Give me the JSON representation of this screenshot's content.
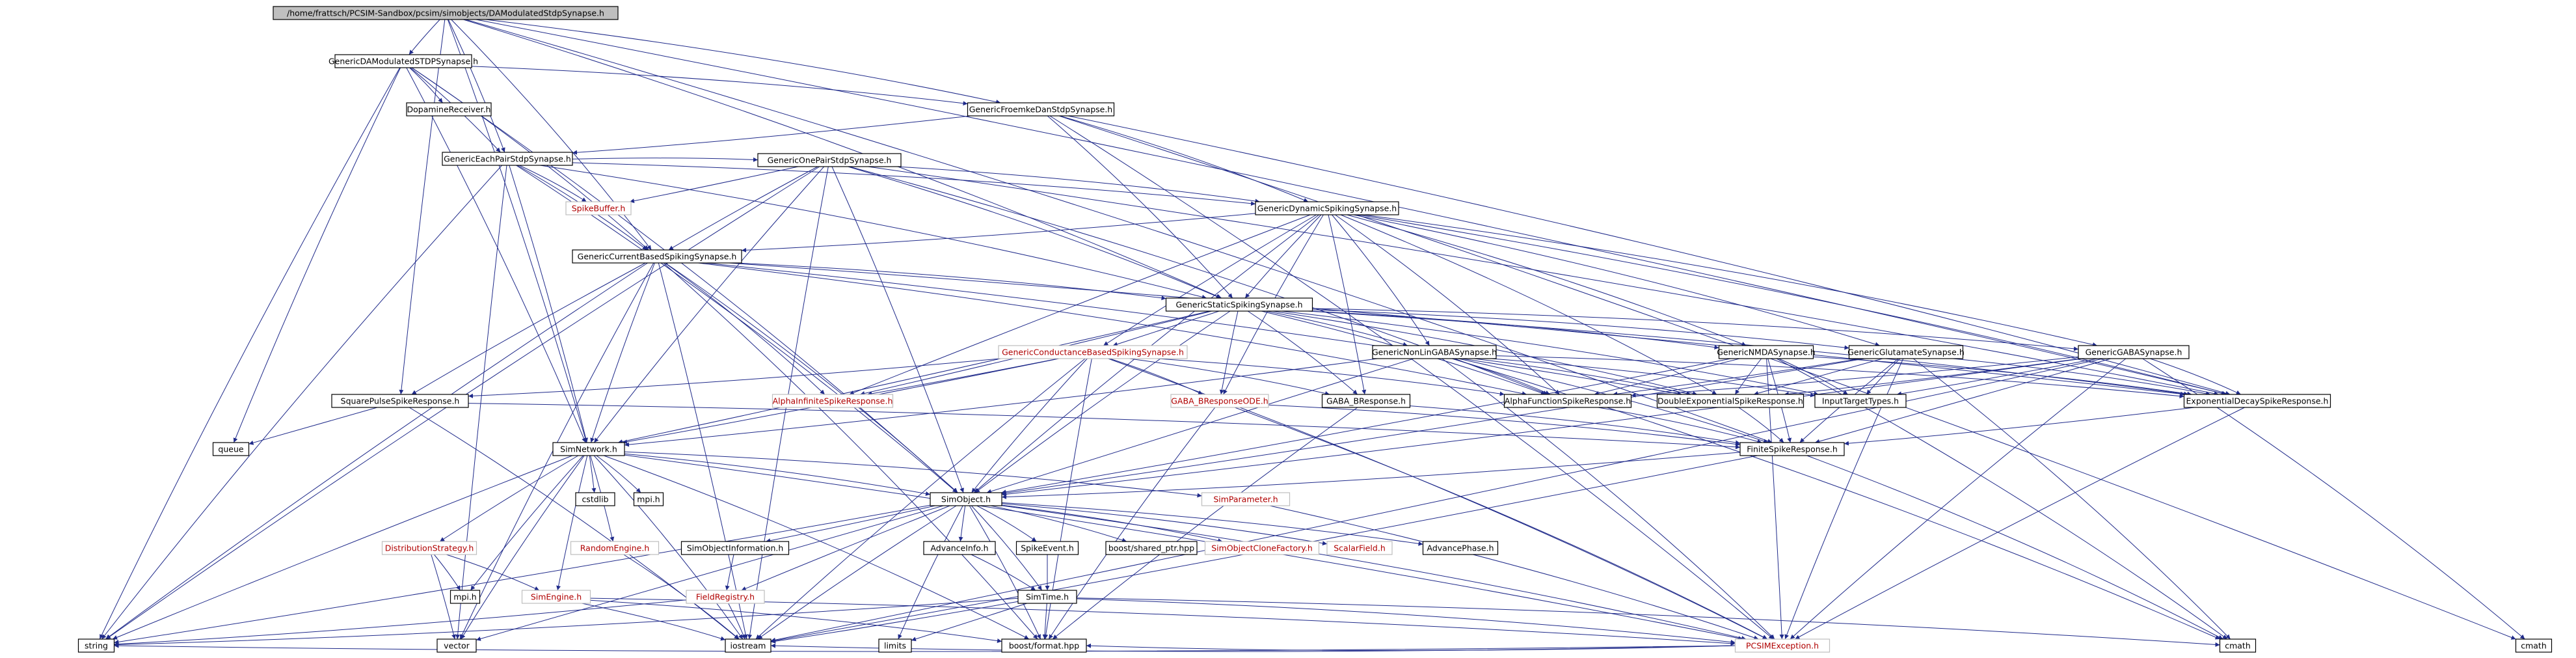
{
  "title": "/home/frattsch/PCSIM-Sandbox/pcsim/simobjects/DAModulatedStdpSynapse.h",
  "colors": {
    "edge": "#1f2a8a",
    "missing_text": "#b00000",
    "root_fill": "#bfbfbf",
    "missing_border": "#bfbfbf"
  },
  "nodes": [
    {
      "id": "root",
      "label": "/home/frattsch/PCSIM-Sandbox/pcsim/simobjects/DAModulatedStdpSynapse.h",
      "kind": "root"
    },
    {
      "id": "gdam",
      "label": "GenericDAModulatedSTDPSynapse.h",
      "kind": "normal"
    },
    {
      "id": "dopa",
      "label": "DopamineReceiver.h",
      "kind": "normal"
    },
    {
      "id": "gfhd",
      "label": "GenericFroemkeDanStdpSynapse.h",
      "kind": "normal"
    },
    {
      "id": "gepss",
      "label": "GenericEachPairStdpSynapse.h",
      "kind": "normal"
    },
    {
      "id": "gopss",
      "label": "GenericOnePairStdpSynapse.h",
      "kind": "normal"
    },
    {
      "id": "spbuf",
      "label": "SpikeBuffer.h",
      "kind": "missing"
    },
    {
      "id": "gdss",
      "label": "GenericDynamicSpikingSynapse.h",
      "kind": "normal"
    },
    {
      "id": "gcbss",
      "label": "GenericCurrentBasedSpikingSynapse.h",
      "kind": "normal"
    },
    {
      "id": "gsss",
      "label": "GenericStaticSpikingSynapse.h",
      "kind": "normal"
    },
    {
      "id": "gcond",
      "label": "GenericConductanceBasedSpikingSynapse.h",
      "kind": "missing"
    },
    {
      "id": "gnlgaba",
      "label": "GenericNonLinGABASynapse.h",
      "kind": "normal"
    },
    {
      "id": "gnmda",
      "label": "GenericNMDASynapse.h",
      "kind": "normal"
    },
    {
      "id": "gglut",
      "label": "GenericGlutamateSynapse.h",
      "kind": "normal"
    },
    {
      "id": "ggaba",
      "label": "GenericGABASynapse.h",
      "kind": "normal"
    },
    {
      "id": "sqpulse",
      "label": "SquarePulseSpikeResponse.h",
      "kind": "normal"
    },
    {
      "id": "alphainf",
      "label": "AlphaInfiniteSpikeResponse.h",
      "kind": "missing"
    },
    {
      "id": "gabab_ode",
      "label": "GABA_BResponseODE.h",
      "kind": "missing"
    },
    {
      "id": "gabab",
      "label": "GABA_BResponse.h",
      "kind": "normal"
    },
    {
      "id": "alphafn",
      "label": "AlphaFunctionSpikeResponse.h",
      "kind": "normal"
    },
    {
      "id": "doubleexp",
      "label": "DoubleExponentialSpikeResponse.h",
      "kind": "normal"
    },
    {
      "id": "inputtarget",
      "label": "InputTargetTypes.h",
      "kind": "normal"
    },
    {
      "id": "expdecay",
      "label": "ExponentialDecaySpikeResponse.h",
      "kind": "normal"
    },
    {
      "id": "queue",
      "label": "queue",
      "kind": "normal"
    },
    {
      "id": "simnet",
      "label": "SimNetwork.h",
      "kind": "normal"
    },
    {
      "id": "finite",
      "label": "FiniteSpikeResponse.h",
      "kind": "normal"
    },
    {
      "id": "cstdlib",
      "label": "cstdlib",
      "kind": "normal"
    },
    {
      "id": "mpih_top",
      "label": "mpi.h",
      "kind": "normal"
    },
    {
      "id": "simobj",
      "label": "SimObject.h",
      "kind": "normal"
    },
    {
      "id": "simparam",
      "label": "SimParameter.h",
      "kind": "missing"
    },
    {
      "id": "diststrat",
      "label": "DistributionStrategy.h",
      "kind": "missing"
    },
    {
      "id": "randeng",
      "label": "RandomEngine.h",
      "kind": "missing"
    },
    {
      "id": "simobjinfo",
      "label": "SimObjectInformation.h",
      "kind": "normal"
    },
    {
      "id": "advinfo",
      "label": "AdvanceInfo.h",
      "kind": "normal"
    },
    {
      "id": "spikeevent",
      "label": "SpikeEvent.h",
      "kind": "normal"
    },
    {
      "id": "boostshared",
      "label": "boost/shared_ptr.hpp",
      "kind": "normal"
    },
    {
      "id": "cloneFactory",
      "label": "SimObjectCloneFactory.h",
      "kind": "missing"
    },
    {
      "id": "scalarfield",
      "label": "ScalarField.h",
      "kind": "missing"
    },
    {
      "id": "advphase",
      "label": "AdvancePhase.h",
      "kind": "normal"
    },
    {
      "id": "mpih",
      "label": "mpi.h",
      "kind": "normal"
    },
    {
      "id": "simengine",
      "label": "SimEngine.h",
      "kind": "missing"
    },
    {
      "id": "fieldreg",
      "label": "FieldRegistry.h",
      "kind": "missing"
    },
    {
      "id": "simtime",
      "label": "SimTime.h",
      "kind": "normal"
    },
    {
      "id": "string",
      "label": "string",
      "kind": "normal"
    },
    {
      "id": "vector",
      "label": "vector",
      "kind": "normal"
    },
    {
      "id": "iostream",
      "label": "iostream",
      "kind": "normal"
    },
    {
      "id": "limits",
      "label": "limits",
      "kind": "normal"
    },
    {
      "id": "boostformat",
      "label": "boost/format.hpp",
      "kind": "normal"
    },
    {
      "id": "pcsimexc",
      "label": "PCSIMException.h",
      "kind": "missing"
    },
    {
      "id": "cmath_mid",
      "label": "cmath",
      "kind": "normal"
    },
    {
      "id": "cmath_right",
      "label": "cmath",
      "kind": "normal"
    }
  ]
}
